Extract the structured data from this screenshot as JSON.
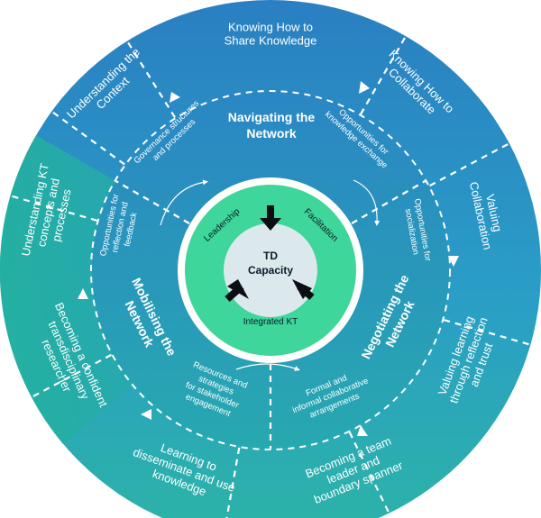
{
  "outer_ring": {
    "segments": [
      {
        "id": "knowing-share",
        "lines": [
          "Knowing How to",
          "Share Knowledge"
        ]
      },
      {
        "id": "knowing-collaborate",
        "lines": [
          "Knowing How to",
          "Collaborate"
        ]
      },
      {
        "id": "valuing-collaboration",
        "lines": [
          "Valuing",
          "Collaboration"
        ]
      },
      {
        "id": "valuing-learning",
        "lines": [
          "Valuing learning",
          "through reflection",
          "and trust"
        ]
      },
      {
        "id": "becoming-team-leader",
        "lines": [
          "Becoming a team",
          "leader and",
          "boundary spanner"
        ]
      },
      {
        "id": "learning-disseminate",
        "lines": [
          "Learning to",
          "disseminate and use",
          "knowledge"
        ]
      },
      {
        "id": "becoming-researcher",
        "lines": [
          "Becoming a confident",
          "transdisciplinary",
          "researcher"
        ]
      },
      {
        "id": "understanding-kt",
        "lines": [
          "Understanding KT",
          "concepts and",
          "processes"
        ]
      },
      {
        "id": "understanding-context",
        "lines": [
          "Understanding the",
          "Context"
        ]
      }
    ]
  },
  "middle_ring": {
    "navigating": {
      "title": [
        "Navigating the",
        "Network"
      ],
      "governance": [
        "Governance structures",
        "and processes"
      ],
      "opportunities_exchange": [
        "Opportunities for",
        "knowledge exchange"
      ]
    },
    "negotiating": {
      "title": [
        "Negotiating the",
        "Network"
      ],
      "socialization": [
        "Opportunities for",
        "socialization"
      ],
      "formal": [
        "Formal and",
        "informal collaborative",
        "arrangements"
      ]
    },
    "mobilising": {
      "title": [
        "Mobilising the",
        "Network"
      ],
      "reflection": [
        "Opportunities for",
        "reflection and",
        "feedback"
      ],
      "resources": [
        "Resources and",
        "strategies",
        "for stakeholder",
        "engagement"
      ]
    }
  },
  "core": {
    "title": [
      "TD",
      "Capacity"
    ],
    "leadership": "Leadership",
    "facilitation": "Facilitation",
    "integrated": "Integrated KT"
  },
  "colors": {
    "outer_blue": "#2a8fc4",
    "outer_teal": "#2ab5a0",
    "inner_teal": "#23a39a",
    "core_green": "#3ed69a",
    "core_center": "#dce9ec"
  }
}
